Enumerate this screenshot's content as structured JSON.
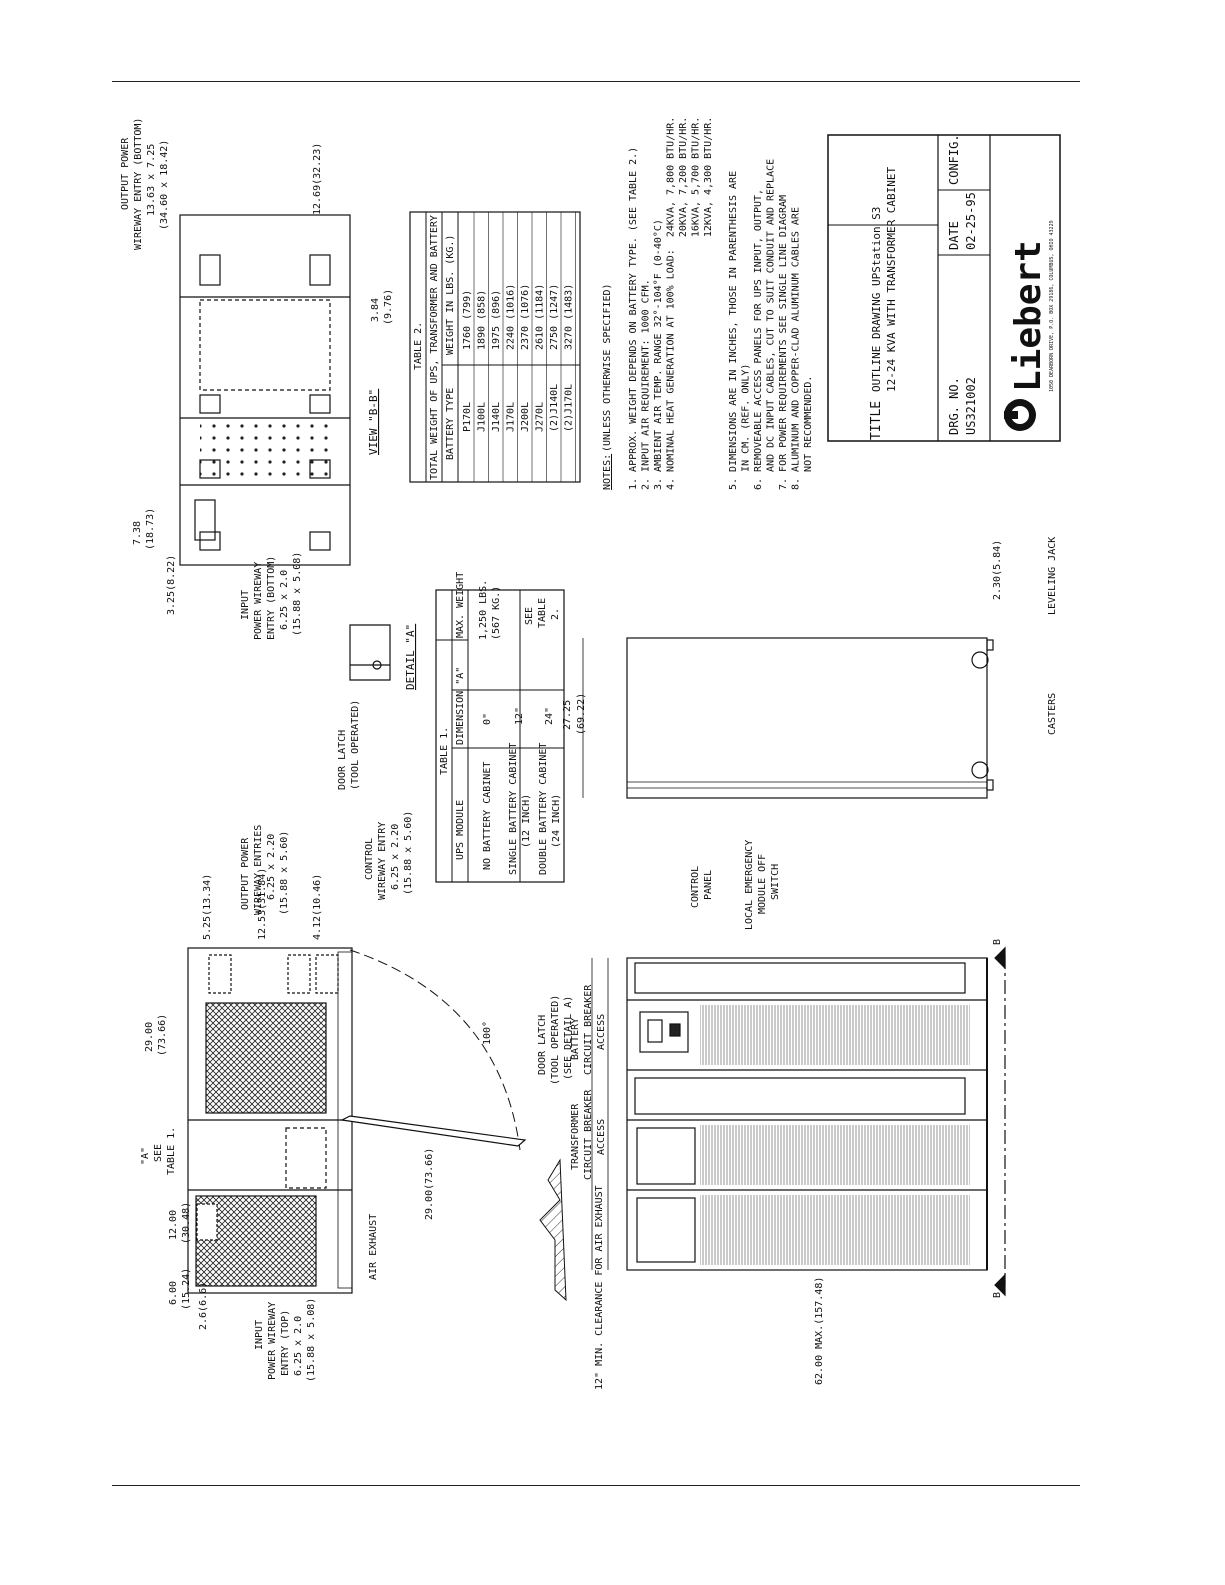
{
  "drawing": {
    "top_view": {
      "air_exhaust": "AIR EXHAUST",
      "input_entry": [
        "INPUT",
        "POWER WIREWAY",
        "ENTRY (TOP)",
        "6.25 x 2.0",
        "(15.88 x 5.08)"
      ],
      "output_entries": [
        "OUTPUT POWER",
        "WIREWAY ENTRIES",
        "6.25 x 2.20",
        "(15.88 x 5.60)"
      ],
      "control_entry": [
        "CONTROL",
        "WIREWAY ENTRY",
        "6.25 x 2.20",
        "(15.88 x 5.60)"
      ],
      "door_latch": [
        "DOOR LATCH",
        "(TOOL OPERATED)",
        "(SEE DETAIL A)"
      ],
      "swing": "100°",
      "dims": {
        "d1": "2.6(6.6)",
        "d2a": "6.00",
        "d2b": "(15.24)",
        "d3a": "12.00",
        "d3b": "(30.48)",
        "d4a": "\"A\"",
        "d4b": "SEE",
        "d4c": "TABLE 1.",
        "d5a": "29.00",
        "d5b": "(73.66)",
        "d6": "5.25(13.34)",
        "d7": "12.53(31.84)",
        "d8": "4.12(10.46)",
        "d9": "29.00(73.66)"
      }
    },
    "front_view": {
      "clearance": "12\" MIN. CLEARANCE FOR AIR EXHAUST",
      "height_dim": "62.00 MAX.(157.48)",
      "transformer_cb": [
        "TRANSFORMER",
        "CIRCUIT BREAKER",
        "ACCESS"
      ],
      "battery_cb": [
        "BATTERY",
        "CIRCUIT BREAKER",
        "ACCESS"
      ],
      "control_panel": [
        "CONTROL",
        "PANEL"
      ],
      "emergency_off": [
        "LOCAL EMERGENCY",
        "MODULE OFF",
        "SWITCH"
      ],
      "section_mark": "B"
    },
    "side_view": {
      "depth_a": "27.25",
      "depth_b": "(69.22)",
      "casters": "CASTERS",
      "leveling_jack": "LEVELING JACK",
      "jack_dim": "2.30(5.84)"
    },
    "detail_a": {
      "latch": [
        "DOOR LATCH",
        "(TOOL OPERATED)"
      ],
      "title": "DETAIL \"A\""
    },
    "bottom_view": {
      "title": "VIEW \"B-B\"",
      "input_entry": [
        "INPUT",
        "POWER WIREWAY",
        "ENTRY (BOTTOM)",
        "6.25 x 2.0",
        "(15.88 x 5.08)"
      ],
      "output_entry": [
        "OUTPUT POWER",
        "WIREWAY ENTRY (BOTTOM)",
        "13.63 x 7.25",
        "(34.60 x 18.42)"
      ],
      "dims": {
        "e1": "3.25(8.22)",
        "e2a": "7.38",
        "e2b": "(18.73)",
        "e3a": "3.84",
        "e3b": "(9.76)",
        "e4": "12.69(32.23)"
      }
    }
  },
  "table1": {
    "title": "TABLE 1.",
    "headers": [
      "UPS MODULE",
      "DIMENSION \"A\"",
      "MAX. WEIGHT"
    ],
    "rows": [
      {
        "module": [
          "NO BATTERY CABINET"
        ],
        "dim": "0\"",
        "weight": [
          "1,250 LBS.",
          "(567 KG.)"
        ]
      },
      {
        "module": [
          "SINGLE BATTERY CABINET",
          "(12 INCH)"
        ],
        "dim": "12\"",
        "weight": [
          "SEE",
          "TABLE",
          "2."
        ]
      },
      {
        "module": [
          "DOUBLE BATTERY CABINET",
          "(24 INCH)"
        ],
        "dim": "24\"",
        "weight": []
      }
    ]
  },
  "table2": {
    "title": "TABLE 2.",
    "subtitle": "TOTAL WEIGHT OF UPS, TRANSFORMER AND BATTERY",
    "headers": [
      "BATTERY TYPE",
      "WEIGHT IN LBS. (KG.)"
    ],
    "rows": [
      [
        "P170L",
        "1760 (799)"
      ],
      [
        "J100L",
        "1890 (858)"
      ],
      [
        "J140L",
        "1975 (896)"
      ],
      [
        "J170L",
        "2240 (1016)"
      ],
      [
        "J200L",
        "2370 (1076)"
      ],
      [
        "J270L",
        "2610 (1184)"
      ],
      [
        "(2)J140L",
        "2750 (1247)"
      ],
      [
        "(2)J170L",
        "3270 (1483)"
      ]
    ]
  },
  "notes": {
    "heading": "NOTES:",
    "heading_suffix": " (UNLESS OTHERWISE SPECIFIED)",
    "lines": [
      "1. APPROX. WEIGHT DEPENDS ON BATTERY TYPE. (SEE TABLE 2.)",
      "2. INPUT AIR REQUIREMENT: 1000 CFM.",
      "3. AMBIENT AIR TEMP. RANGE 32°-104°F (0-40°C)",
      "4. NOMINAL HEAT GENERATION AT 100% LOAD:  24KVA, 7,800 BTU/HR.",
      "                                          20KVA, 7,200 BTU/HR.",
      "                                          16KVA, 5,700 BTU/HR.",
      "                                          12KVA, 4,300 BTU/HR.",
      "",
      "5. DIMENSIONS ARE IN INCHES, THOSE IN PARENTHESIS ARE",
      "   IN CM. (REF. ONLY)",
      "6. REMOVEABLE ACCESS PANELS FOR UPS INPUT, OUTPUT,",
      "   AND DC INPUT CABLES, CUT TO SUIT CONDUIT AND REPLACE",
      "7. FOR POWER REQUIREMENTS SEE SINGLE LINE DIAGRAM",
      "8. ALUMINUM AND COPPER-CLAD ALUMINUM CABLES ARE",
      "   NOT RECOMMENDED."
    ]
  },
  "title_block": {
    "title_label": "TITLE",
    "title_line1": "OUTLINE DRAWING UPStation S3",
    "title_line2": "12-24 KVA WITH TRANSFORMER CABINET",
    "drg_label": "DRG. NO.",
    "drg_value": "US321002",
    "date_label": "DATE",
    "date_value": "02-25-95",
    "config_label": "CONFIG.",
    "brand": "Liebert",
    "brand_address": "1050 DEARBORN DRIVE, P.O. BOX 29186, COLUMBUS, OHIO 43229"
  }
}
